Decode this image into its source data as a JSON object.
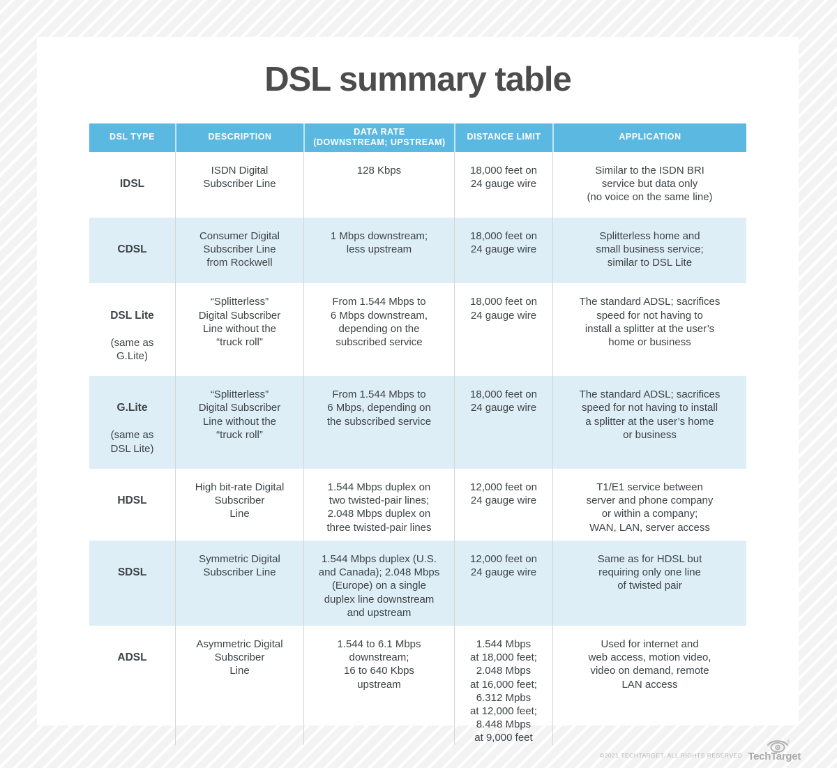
{
  "title": "DSL summary table",
  "chart_data": {
    "type": "table",
    "title": "DSL summary table",
    "columns": [
      "DSL TYPE",
      "DESCRIPTION",
      "DATA RATE (DOWNSTREAM; UPSTREAM)",
      "DISTANCE LIMIT",
      "APPLICATION"
    ],
    "rows": [
      [
        "IDSL",
        "ISDN Digital Subscriber Line",
        "128 Kbps",
        "18,000 feet on 24 gauge wire",
        "Similar to the ISDN BRI service but data only (no voice on the same line)"
      ],
      [
        "CDSL",
        "Consumer Digital Subscriber Line from Rockwell",
        "1 Mbps downstream; less upstream",
        "18,000 feet on 24 gauge wire",
        "Splitterless home and small business service; similar to DSL Lite"
      ],
      [
        "DSL Lite (same as G.Lite)",
        "“Splitterless” Digital Subscriber Line without the “truck roll”",
        "From 1.544 Mbps to 6 Mbps downstream, depending on the subscribed service",
        "18,000 feet on 24 gauge wire",
        "The standard ADSL; sacrifices speed for not having to install a splitter at the user’s home or business"
      ],
      [
        "G.Lite (same as DSL Lite)",
        "“Splitterless” Digital Subscriber Line without the “truck roll”",
        "From 1.544 Mbps to 6 Mbps, depending on the subscribed service",
        "18,000 feet on 24 gauge wire",
        "The standard ADSL; sacrifices speed for not having to install a splitter at the user’s home or business"
      ],
      [
        "HDSL",
        "High bit-rate Digital Subscriber Line",
        "1.544 Mbps duplex on two twisted-pair lines; 2.048 Mbps duplex on three twisted-pair lines",
        "12,000 feet on 24 gauge wire",
        "T1/E1 service between server and phone company or within a company; WAN, LAN, server access"
      ],
      [
        "SDSL",
        "Symmetric Digital Subscriber Line",
        "1.544 Mbps duplex (U.S. and Canada); 2.048 Mbps (Europe) on a single duplex line downstream and upstream",
        "12,000 feet on 24 gauge wire",
        "Same as for HDSL but requiring only one line of twisted pair"
      ],
      [
        "ADSL",
        "Asymmetric Digital Subscriber Line",
        "1.544 to 6.1 Mbps downstream; 16 to 640 Kbps upstream",
        "1.544 Mbps at 18,000 feet; 2.048 Mbps at 16,000 feet; 6.312 Mpbs at 12,000 feet; 8.448 Mbps at 9,000 feet",
        "Used for internet and web access, motion video, video on demand, remote LAN access"
      ]
    ]
  },
  "table": {
    "headers": [
      "DSL TYPE",
      "DESCRIPTION",
      "DATA RATE\n(DOWNSTREAM; UPSTREAM)",
      "DISTANCE LIMIT",
      "APPLICATION"
    ],
    "rows": [
      {
        "type": "IDSL",
        "note": "",
        "description": "ISDN Digital\nSubscriber Line",
        "data_rate": "128 Kbps",
        "distance_limit": "18,000 feet on\n24 gauge wire",
        "application": "Similar to the ISDN BRI\nservice but data only\n(no voice on the same line)"
      },
      {
        "type": "CDSL",
        "note": "",
        "description": "Consumer Digital\nSubscriber Line\nfrom Rockwell",
        "data_rate": "1 Mbps downstream;\nless upstream",
        "distance_limit": "18,000 feet on\n24 gauge wire",
        "application": "Splitterless home and\nsmall business service;\nsimilar to DSL Lite"
      },
      {
        "type": "DSL Lite",
        "note": "(same as\nG.Lite)",
        "description": "“Splitterless”\nDigital Subscriber\nLine without the\n“truck roll”",
        "data_rate": "From 1.544 Mbps to\n6 Mbps downstream,\ndepending on the\nsubscribed service",
        "distance_limit": "18,000 feet on\n24 gauge wire",
        "application": "The standard ADSL; sacrifices\nspeed for not having to\ninstall a splitter at the user’s\nhome or business"
      },
      {
        "type": "G.Lite",
        "note": "(same as\nDSL Lite)",
        "description": "“Splitterless”\nDigital Subscriber\nLine without the\n“truck roll”",
        "data_rate": "From 1.544 Mbps to\n6 Mbps, depending on\nthe subscribed service",
        "distance_limit": "18,000 feet on\n24 gauge wire",
        "application": "The standard ADSL; sacrifices\nspeed for not having to install\na splitter at the user’s home\nor business"
      },
      {
        "type": "HDSL",
        "note": "",
        "description": "High bit-rate Digital\nSubscriber\nLine",
        "data_rate": "1.544 Mbps duplex on\ntwo twisted-pair lines;\n2.048 Mbps duplex on\nthree twisted-pair lines",
        "distance_limit": "12,000 feet on\n24 gauge wire",
        "application": "T1/E1 service between\nserver and phone company\nor within a company;\nWAN, LAN, server access"
      },
      {
        "type": "SDSL",
        "note": "",
        "description": "Symmetric Digital\nSubscriber Line",
        "data_rate": "1.544 Mbps duplex (U.S.\nand Canada); 2.048 Mbps\n(Europe) on a single\nduplex line downstream\nand upstream",
        "distance_limit": "12,000 feet on\n24 gauge wire",
        "application": "Same as for HDSL but\nrequiring only one line\nof twisted pair"
      },
      {
        "type": "ADSL",
        "note": "",
        "description": "Asymmetric Digital\nSubscriber\nLine",
        "data_rate": "1.544 to 6.1 Mbps\ndownstream;\n16 to 640 Kbps\nupstream",
        "distance_limit": "1.544 Mbps\nat 18,000 feet;\n2.048 Mbps\nat 16,000 feet;\n6.312 Mpbs\nat 12,000 feet;\n8.448 Mbps\nat 9,000 feet",
        "application": "Used for internet and\nweb access, motion video,\nvideo on demand, remote\nLAN access"
      }
    ]
  },
  "footer": {
    "copyright": "©2021 TECHTARGET. ALL RIGHTS RESERVED",
    "logo_text": "TechTarget",
    "logo_icon": "eye-icon"
  },
  "colors": {
    "header_background": "#5bb8e1",
    "row_alt_background": "#ddeef7",
    "body_text": "#3e4347",
    "title_text": "#4c4c4c",
    "separator": "#d5d5d5",
    "footer_gray": "#b5b5b5"
  }
}
